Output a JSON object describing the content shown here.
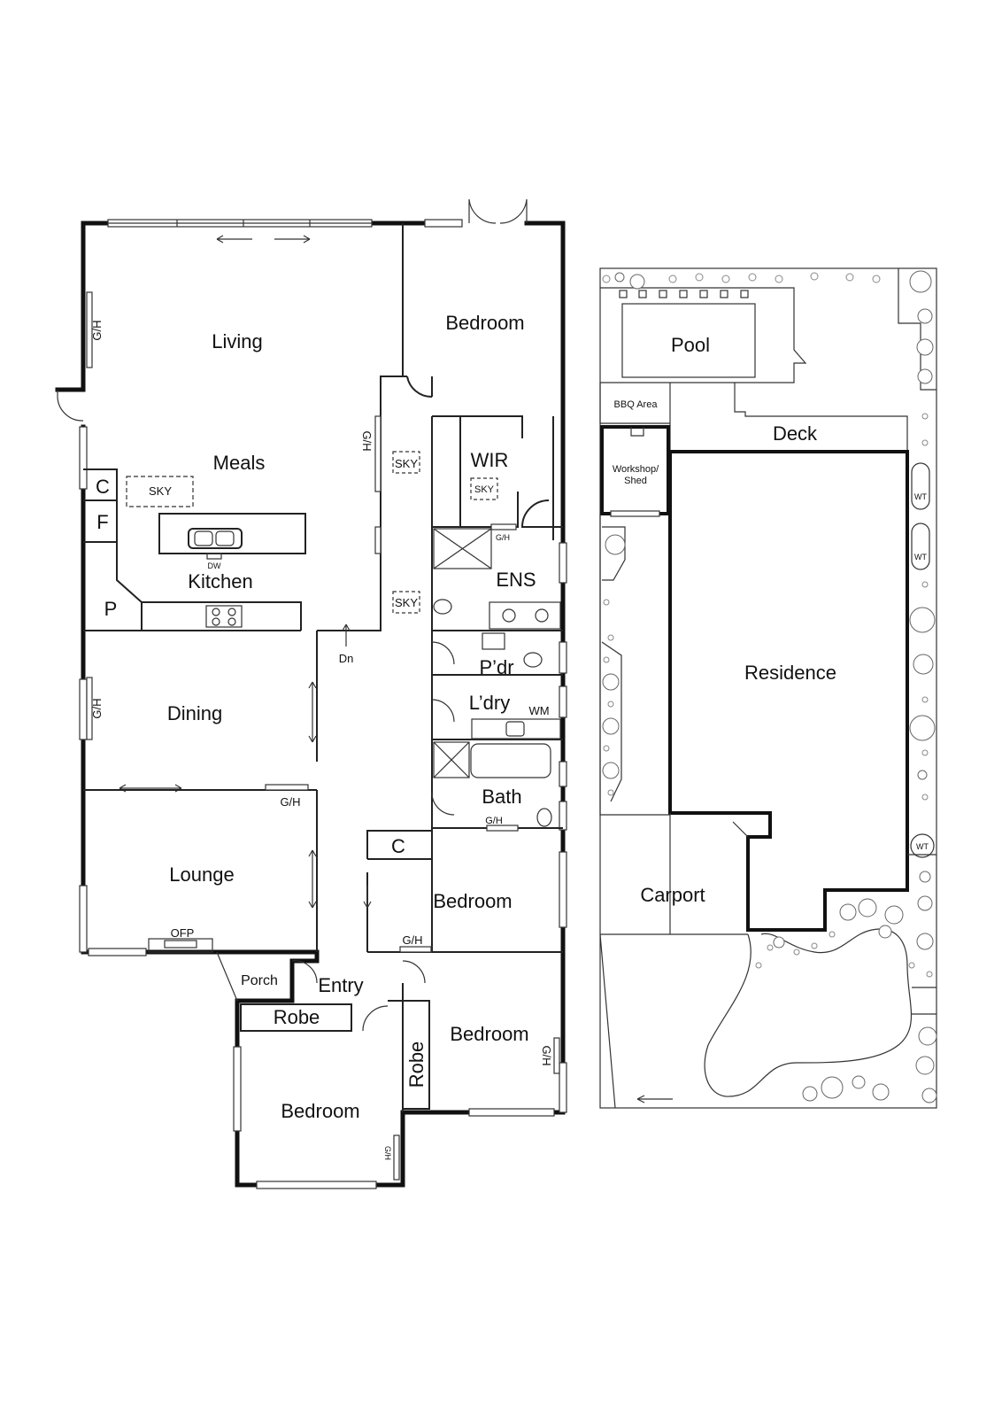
{
  "floor_plan": {
    "rooms": {
      "living": "Living",
      "meals": "Meals",
      "kitchen": "Kitchen",
      "dining": "Dining",
      "lounge": "Lounge",
      "bedroom_master": "Bedroom",
      "wir": "WIR",
      "ens": "ENS",
      "powder": "P’dr",
      "laundry": "L’dry",
      "bath": "Bath",
      "bedroom_mid": "Bedroom",
      "bedroom_rear_right": "Bedroom",
      "bedroom_front": "Bedroom",
      "porch": "Porch",
      "entry": "Entry",
      "robe_front": "Robe",
      "robe_side": "Robe"
    },
    "fixtures": {
      "gh": "G/H",
      "sky": "SKY",
      "cupboard": "C",
      "fridge": "F",
      "pantry": "P",
      "dishwasher": "DW",
      "dn": "Dn",
      "wm": "WM",
      "ofp": "OFP"
    }
  },
  "site_plan": {
    "pool": "Pool",
    "bbq": "BBQ Area",
    "deck": "Deck",
    "workshop_line1": "Workshop/",
    "workshop_line2": "Shed",
    "residence": "Residence",
    "carport": "Carport",
    "water_tank": "WT"
  }
}
